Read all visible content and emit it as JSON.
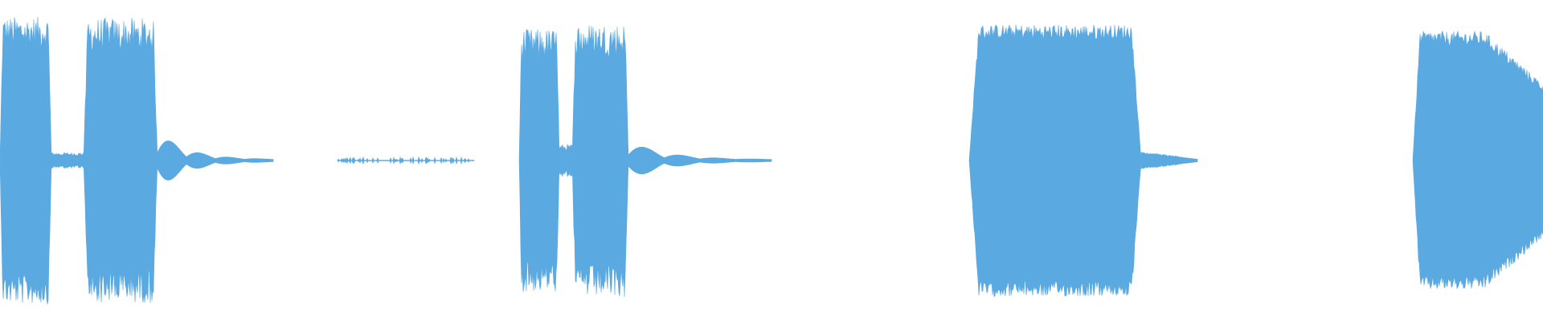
{
  "waveform": {
    "color": "#5ba9e1",
    "background": "#ffffff",
    "duration_units": 1920,
    "segments": [
      {
        "kind": "burst",
        "start": 0,
        "end": 64,
        "amplitude": 0.8,
        "profile": "flat",
        "jitter": 0.12
      },
      {
        "kind": "gap",
        "start": 64,
        "end": 104,
        "amplitude": 0.05
      },
      {
        "kind": "burst",
        "start": 104,
        "end": 196,
        "amplitude": 0.78,
        "profile": "flat",
        "jitter": 0.14
      },
      {
        "kind": "decay-tail",
        "start": 196,
        "end": 340,
        "amplitude": 0.18,
        "profile": "bumps"
      },
      {
        "kind": "noise",
        "start": 420,
        "end": 590,
        "amplitude": 0.015
      },
      {
        "kind": "burst",
        "start": 646,
        "end": 696,
        "amplitude": 0.72,
        "profile": "flat",
        "jitter": 0.14
      },
      {
        "kind": "gap",
        "start": 696,
        "end": 712,
        "amplitude": 0.1
      },
      {
        "kind": "burst",
        "start": 712,
        "end": 782,
        "amplitude": 0.75,
        "profile": "flat",
        "jitter": 0.14
      },
      {
        "kind": "decay-tail",
        "start": 782,
        "end": 960,
        "amplitude": 0.12,
        "profile": "bumps"
      },
      {
        "kind": "burst",
        "start": 1206,
        "end": 1420,
        "amplitude": 0.8,
        "profile": "flat",
        "jitter": 0.06
      },
      {
        "kind": "fade",
        "start": 1420,
        "end": 1490,
        "amplitude": 0.05
      },
      {
        "kind": "burst",
        "start": 1758,
        "end": 1920,
        "amplitude": 0.76,
        "profile": "taper-end",
        "jitter": 0.06
      }
    ]
  }
}
